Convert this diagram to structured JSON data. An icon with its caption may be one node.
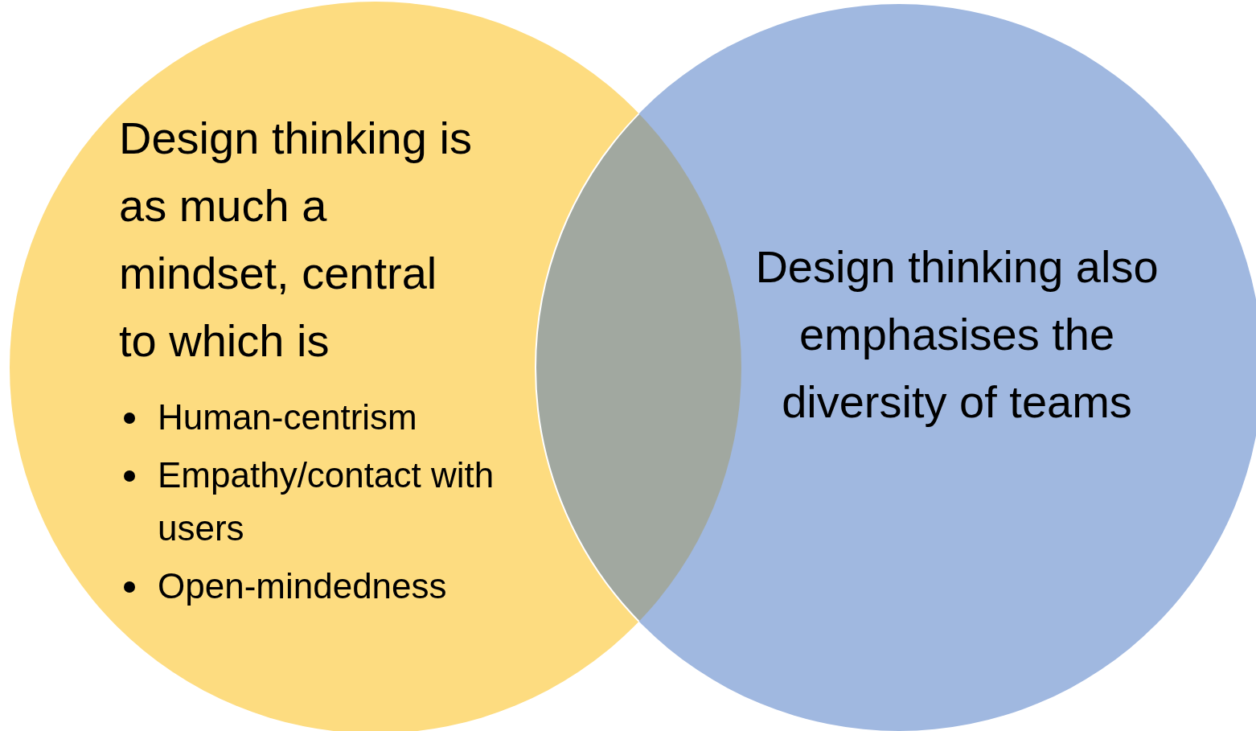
{
  "diagram": {
    "nodes": [
      {
        "text": [
          "Design thinking is as much a mindset, central to which is",
          "Human-centrism",
          "Empathy/contact with users",
          "Open-mindedness"
        ]
      },
      {
        "text": [
          "Design thinking also emphasises the diversity of teams"
        ]
      }
    ]
  }
}
